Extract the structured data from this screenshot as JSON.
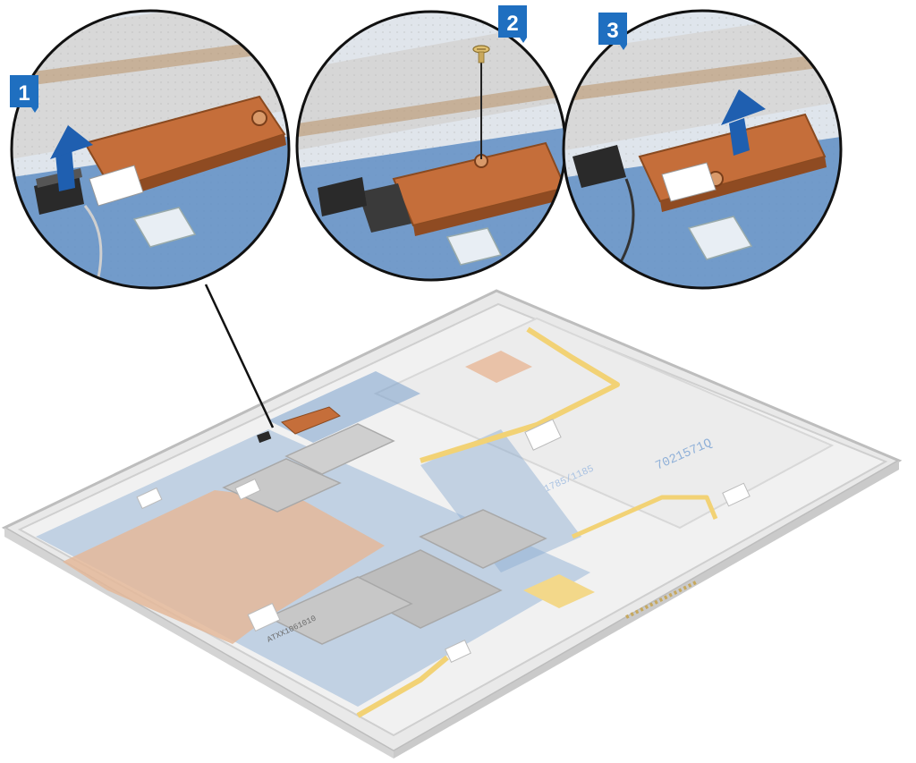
{
  "steps": [
    {
      "label": "1"
    },
    {
      "label": "2"
    },
    {
      "label": "3"
    }
  ],
  "colors": {
    "badge": "#1f6fc0",
    "arrow": "#1f5fb0",
    "copper": "#c56e3a",
    "board": "#4d7fb8",
    "chassis": "#e2e2e2",
    "frame": "#c8c8c8",
    "label_white": "#ffffff",
    "pad_dark": "#2a2a2a"
  },
  "icons": {
    "lift": "arrow-up-icon",
    "screw": "screw-icon"
  },
  "board_labels": {
    "battery_serial": "7021571Q",
    "battery_codes": "1785/1185",
    "module_label": "ATXX1061010"
  }
}
